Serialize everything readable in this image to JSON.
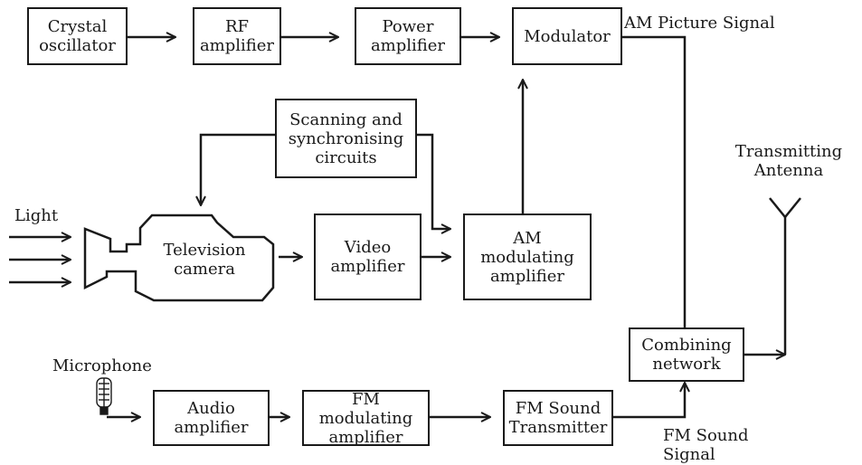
{
  "blocks": {
    "crystal_oscillator": "Crystal\noscillator",
    "rf_amplifier": "RF\namplifier",
    "power_amplifier": "Power\namplifier",
    "modulator": "Modulator",
    "scanning_circuits": "Scanning and\nsynchronising\ncircuits",
    "television_camera": "Television\ncamera",
    "video_amplifier": "Video\namplifier",
    "am_modulating_amplifier": "AM\nmodulating\namplifier",
    "combining_network": "Combining\nnetwork",
    "audio_amplifier": "Audio\namplifier",
    "fm_modulating_amplifier": "FM modulating\namplifier",
    "fm_sound_transmitter": "FM Sound\nTransmitter"
  },
  "labels": {
    "am_picture_signal": "AM Picture Signal",
    "transmitting_antenna": "Transmitting\nAntenna",
    "light": "Light",
    "microphone": "Microphone",
    "fm_sound_signal": "FM Sound\nSignal"
  },
  "colors": {
    "ink": "#1a1a1a",
    "background": "#ffffff"
  }
}
